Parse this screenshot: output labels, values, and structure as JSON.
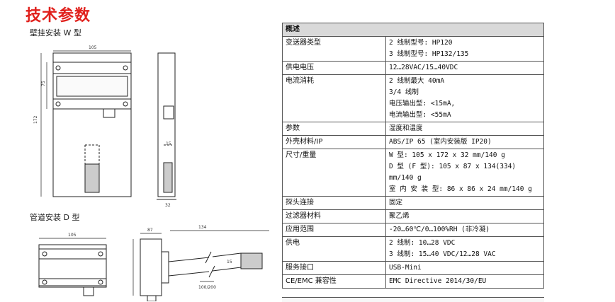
{
  "page": {
    "title": "技术参数",
    "wall_caption": "壁挂安装 W 型",
    "duct_caption": "管道安装 D 型"
  },
  "drawing_labels": {
    "wall_width": "105",
    "wall_height": "172",
    "wall_inner": "75",
    "wall_side_w": "32",
    "wall_side_d": "15",
    "duct_width": "105",
    "duct_side_w": "87",
    "duct_total": "134",
    "duct_probe_d": "15",
    "duct_probe_len": "100/200"
  },
  "spec_table": {
    "header": "概述",
    "rows": [
      {
        "key": "变送器类型",
        "lines": [
          "2 线制型号: HP120",
          "3 线制型号: HP132/135"
        ]
      },
      {
        "key": "供电电压",
        "lines": [
          "12…28VAC/15…40VDC"
        ]
      },
      {
        "key": "电流消耗",
        "lines": [
          "2 线制最大 40mA",
          "3/4 线制",
          "电压输出型: <15mA,",
          "电流输出型: <55mA"
        ]
      },
      {
        "key": "参数",
        "lines": [
          "湿度和温度"
        ]
      },
      {
        "key": "外壳材料/IP",
        "lines": [
          "ABS/IP 65 (室内安装版 IP20)"
        ]
      },
      {
        "key": "尺寸/重量",
        "lines": [
          "W 型: 105 x 172 x 32 mm/140 g",
          "D 型 (F 型): 105 x 87 x 134(334)",
          "mm/140 g",
          "室 内 安 装 型: 86 x 86 x 24 mm/140 g"
        ]
      },
      {
        "key": "探头连接",
        "lines": [
          "固定"
        ]
      },
      {
        "key": "过滤器材料",
        "lines": [
          "聚乙烯"
        ]
      },
      {
        "key": "应用范围",
        "lines": [
          "-20…60℃/0…100%RH (非冷凝)"
        ]
      },
      {
        "key": "供电",
        "lines": [
          "2 线制: 10…28 VDC",
          "3 线制: 15…40 VDC/12…28 VAC"
        ]
      },
      {
        "key": "服务接口",
        "lines": [
          "USB-Mini"
        ]
      },
      {
        "key": "CE/EMC 兼容性",
        "lines": [
          "EMC Directive 2014/30/EU"
        ]
      }
    ]
  }
}
